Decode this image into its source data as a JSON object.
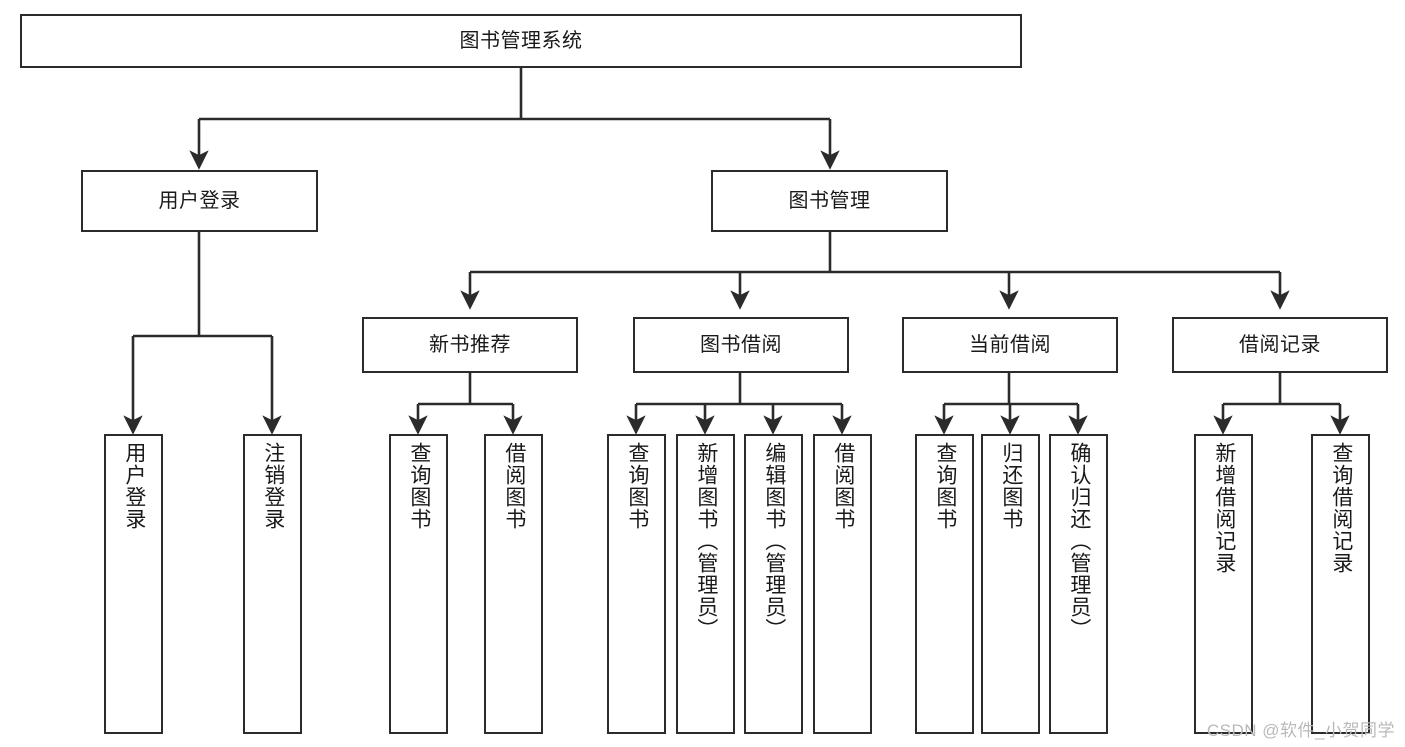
{
  "diagram": {
    "title": "图书管理系统",
    "watermark": "CSDN @软件_小贺同学",
    "type": "tree-hierarchy-diagram",
    "style": {
      "box_fill": "#ffffff",
      "box_stroke": "#2b2b2b",
      "line_color": "#2b2b2b",
      "text_color": "#1a1a1a",
      "background": "#ffffff",
      "watermark_color": "#b9b9b9"
    },
    "levels": {
      "root": {
        "label": "图书管理系统"
      },
      "level2": [
        {
          "id": "user-login",
          "label": "用户登录"
        },
        {
          "id": "book-management",
          "label": "图书管理"
        }
      ],
      "level3": [
        {
          "id": "new-book-recommend",
          "label": "新书推荐",
          "parent": "book-management"
        },
        {
          "id": "book-borrow",
          "label": "图书借阅",
          "parent": "book-management"
        },
        {
          "id": "current-borrow",
          "label": "当前借阅",
          "parent": "book-management"
        },
        {
          "id": "borrow-record",
          "label": "借阅记录",
          "parent": "book-management"
        }
      ],
      "leaves": [
        {
          "id": "leaf-user-login",
          "label": "用户登录",
          "parent": "user-login"
        },
        {
          "id": "leaf-logout",
          "label": "注销登录",
          "parent": "user-login"
        },
        {
          "id": "leaf-query-book-1",
          "label": "查询图书",
          "parent": "new-book-recommend"
        },
        {
          "id": "leaf-borrow-book-1",
          "label": "借阅图书",
          "parent": "new-book-recommend"
        },
        {
          "id": "leaf-query-book-2",
          "label": "查询图书",
          "parent": "book-borrow"
        },
        {
          "id": "leaf-add-book",
          "label": "新增图书（管理员）",
          "parent": "book-borrow"
        },
        {
          "id": "leaf-edit-book",
          "label": "编辑图书（管理员）",
          "parent": "book-borrow"
        },
        {
          "id": "leaf-borrow-book-2",
          "label": "借阅图书",
          "parent": "book-borrow"
        },
        {
          "id": "leaf-query-book-3",
          "label": "查询图书",
          "parent": "current-borrow"
        },
        {
          "id": "leaf-return-book",
          "label": "归还图书",
          "parent": "current-borrow"
        },
        {
          "id": "leaf-confirm-return",
          "label": "确认归还（管理员）",
          "parent": "current-borrow"
        },
        {
          "id": "leaf-add-record",
          "label": "新增借阅记录",
          "parent": "borrow-record"
        },
        {
          "id": "leaf-query-record",
          "label": "查询借阅记录",
          "parent": "borrow-record"
        }
      ]
    }
  }
}
